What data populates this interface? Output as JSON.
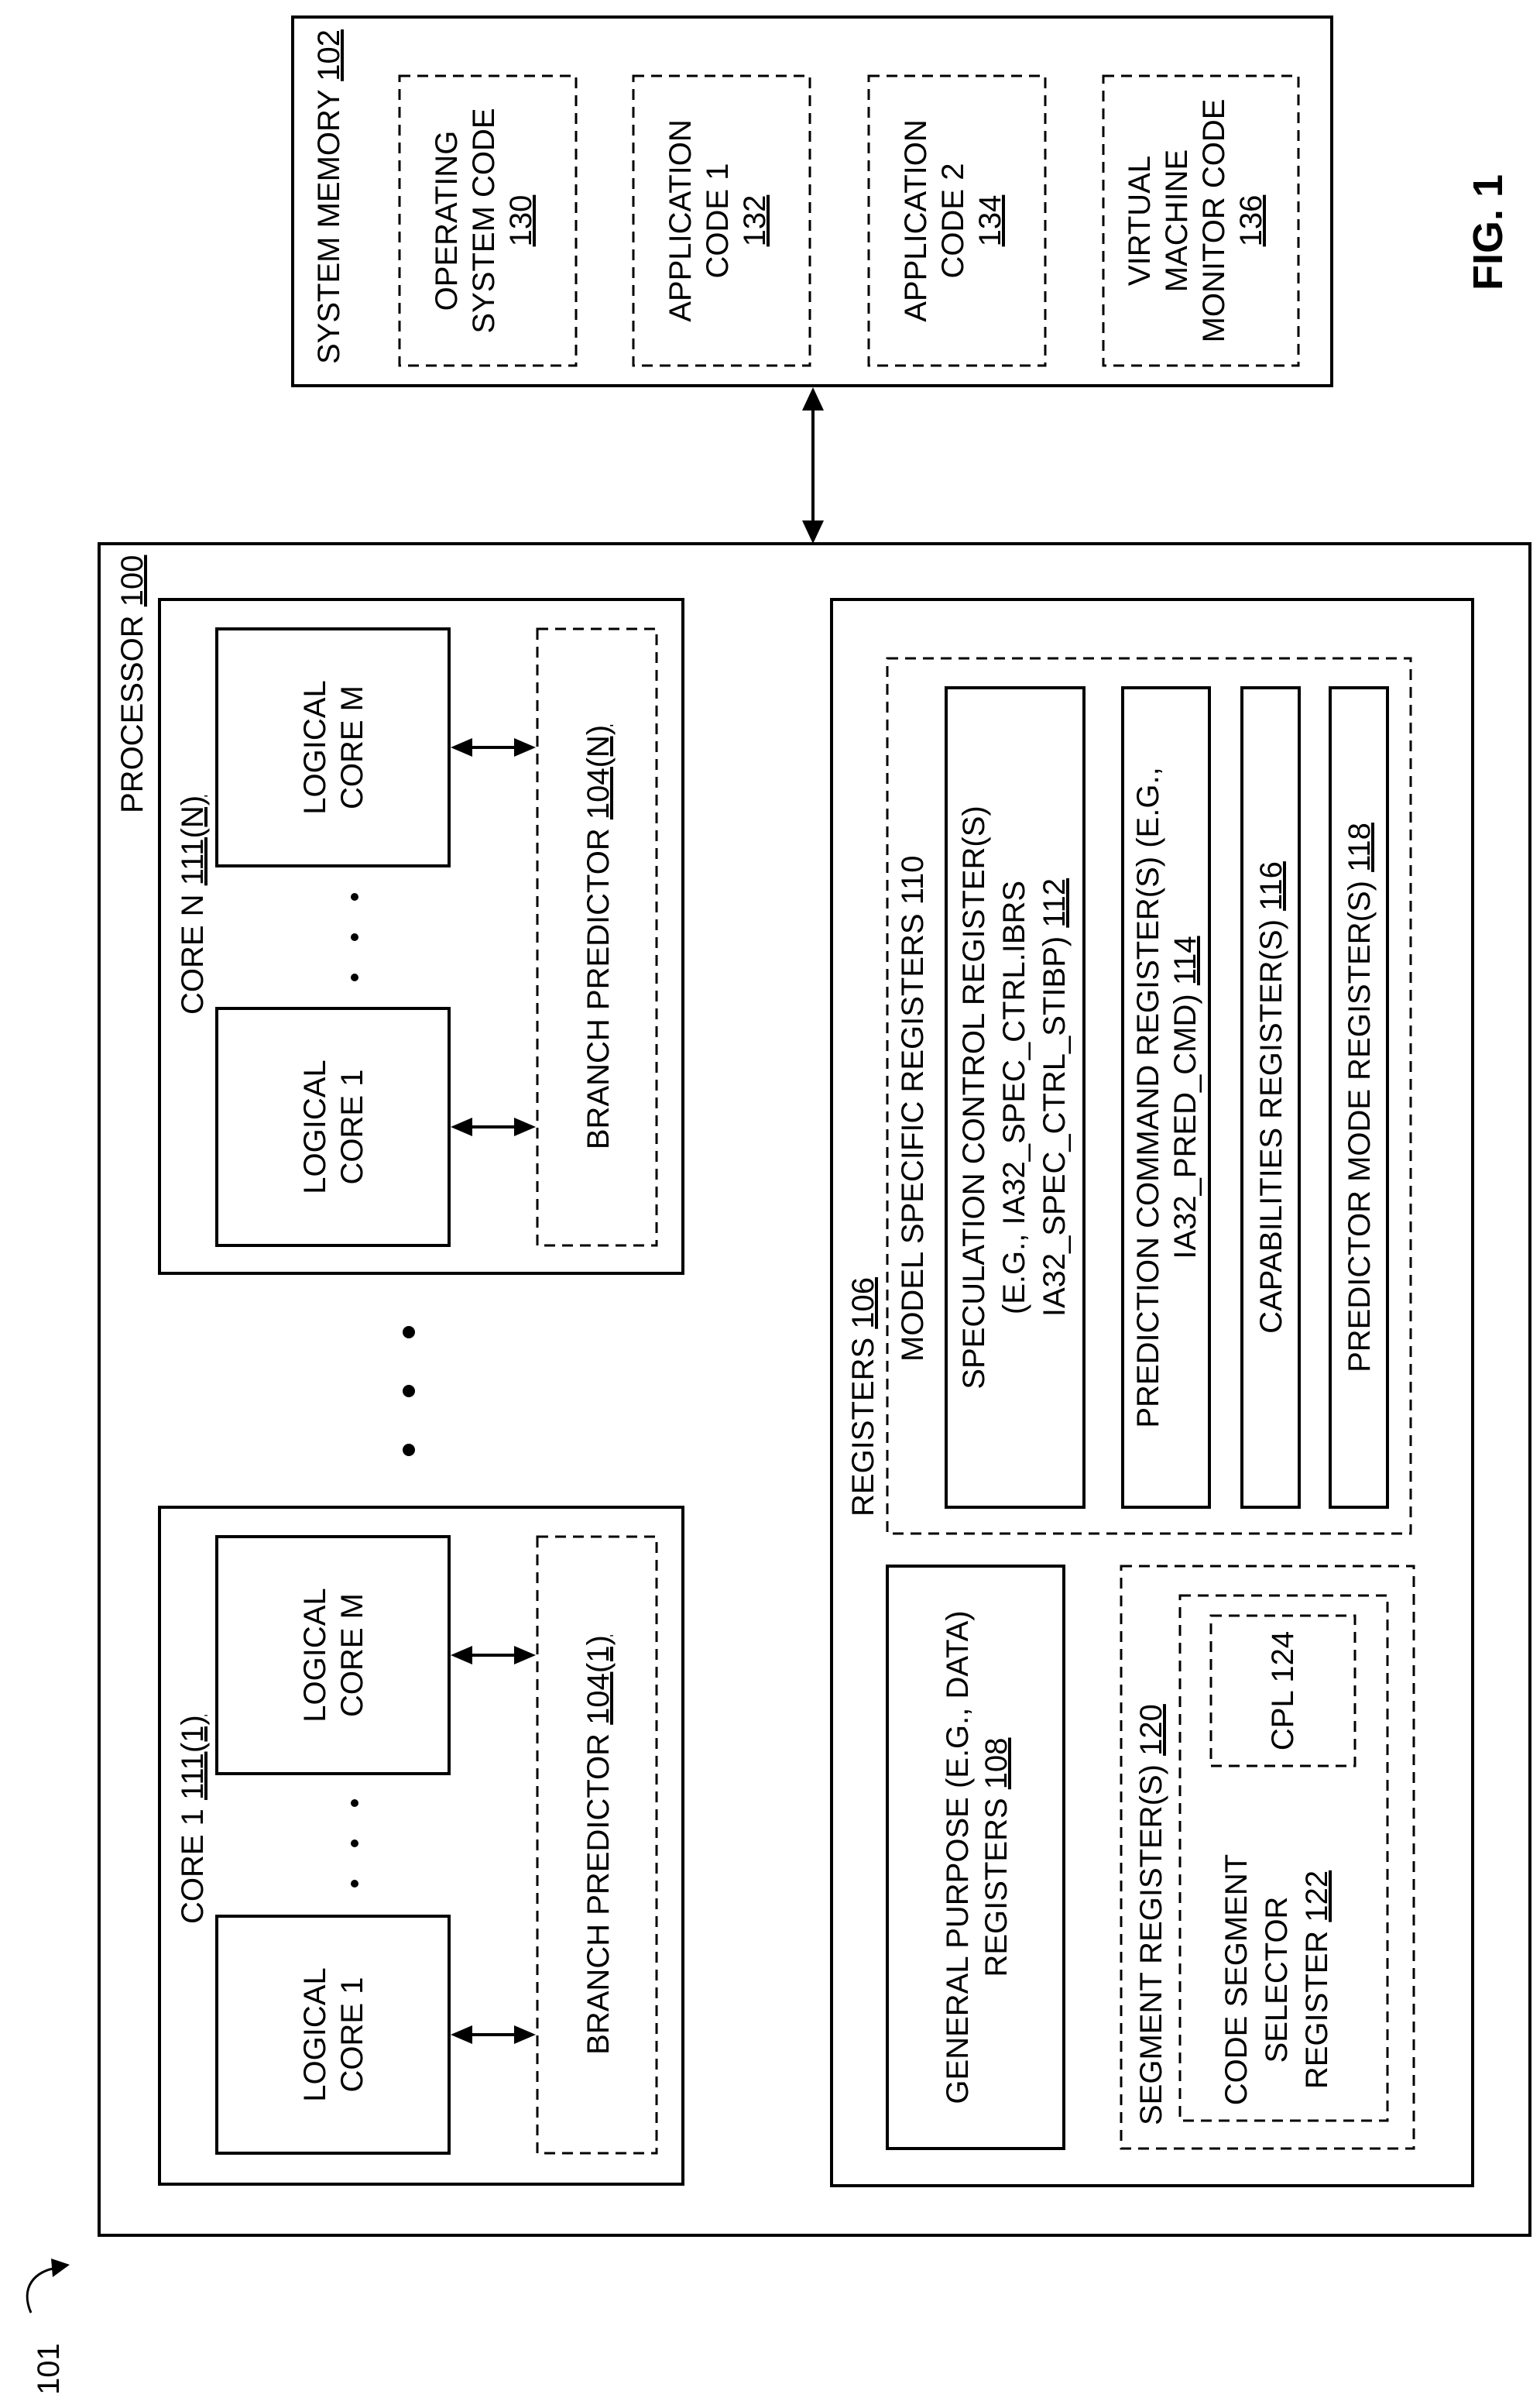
{
  "figure": {
    "label": "FIG. 1",
    "ref": "101"
  },
  "system_memory": {
    "title": "SYSTEM MEMORY",
    "ref": "102",
    "os_code": {
      "l1": "OPERATING",
      "l2": "SYSTEM CODE",
      "ref": "130"
    },
    "app1": {
      "l1": "APPLICATION",
      "l2": "CODE 1",
      "ref": "132"
    },
    "app2": {
      "l1": "APPLICATION",
      "l2": "CODE 2",
      "ref": "134"
    },
    "vmm": {
      "l1": "VIRTUAL",
      "l2": "MACHINE",
      "l3": "MONITOR CODE",
      "ref": "136"
    }
  },
  "processor": {
    "title": "PROCESSOR",
    "ref": "100",
    "ellipsis": "•",
    "core_n": {
      "title": "CORE N",
      "ref": "111(N)",
      "lc1": {
        "l1": "LOGICAL",
        "l2": "CORE 1"
      },
      "lcm": {
        "l1": "LOGICAL",
        "l2": "CORE M"
      },
      "dots": "·",
      "bp_title": "BRANCH PREDICTOR",
      "bp_ref": "104(N)"
    },
    "core_1": {
      "title": "CORE 1",
      "ref": "111(1)",
      "lc1": {
        "l1": "LOGICAL",
        "l2": "CORE 1"
      },
      "lcm": {
        "l1": "LOGICAL",
        "l2": "CORE M"
      },
      "dots": "·",
      "bp_title": "BRANCH PREDICTOR",
      "bp_ref": "104(1)"
    },
    "registers": {
      "title": "REGISTERS",
      "ref": "106",
      "msr": {
        "title": "MODEL SPECIFIC REGISTERS 110",
        "spec_ctrl": {
          "l1": "SPECULATION CONTROL REGISTER(S)",
          "l2": "(E.G., IA32_SPEC_CTRL.IBRS",
          "l3": "IA32_SPEC_CTRL_STIBP)",
          "ref": "112"
        },
        "pred_cmd": {
          "l1": "PREDICTION COMMAND REGISTER(S) (E.G.,",
          "l2": "IA32_PRED_CMD)",
          "ref": "114"
        },
        "capabilities": {
          "l1": "CAPABILITIES REGISTER(S)",
          "ref": "116"
        },
        "predictor_mode": {
          "l1": "PREDICTOR MODE REGISTER(S)",
          "ref": "118"
        }
      },
      "gp": {
        "l1": "GENERAL PURPOSE (E.G., DATA)",
        "l2": "REGISTERS",
        "ref": "108"
      },
      "segment": {
        "title": "SEGMENT REGISTER(S)",
        "ref": "120",
        "cs_selector": {
          "l1": "CODE SEGMENT",
          "l2": "SELECTOR",
          "l3": "REGISTER",
          "ref": "122"
        },
        "cpl": {
          "l1": "CPL 124"
        }
      }
    }
  }
}
